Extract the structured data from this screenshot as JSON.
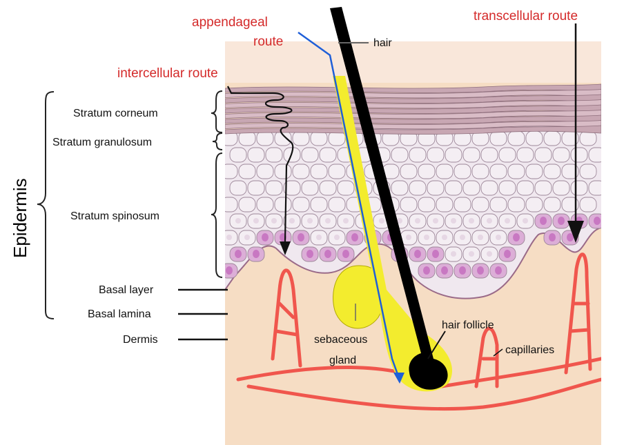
{
  "colors": {
    "route_text": "#d42a2a",
    "dermis": "#f6ddc4",
    "surface": "#f9e7da",
    "corneum": "#c8a7b3",
    "cell_fill": "#f0e8ef",
    "basal_cell": "#dcaed7",
    "nucleus": "#c878c2",
    "capillary": "#f0564d",
    "gland": "#f3ec2e",
    "hair": "#000000",
    "appendageal_path": "#1f5fd8"
  },
  "labels": {
    "routes": {
      "appendageal_line1": "appendageal",
      "appendageal_line2": "route",
      "intercellular": "intercellular route",
      "transcellular": "transcellular route"
    },
    "structures": {
      "hair": "hair",
      "stratum_corneum": "Stratum corneum",
      "stratum_granulosum": "Stratum granulosum",
      "stratum_spinosum": "Stratum spinosum",
      "basal_layer": "Basal layer",
      "basal_lamina": "Basal lamina",
      "dermis": "Dermis",
      "sebaceous_line1": "sebaceous",
      "sebaceous_line2": "gland",
      "hair_follicle": "hair follicle",
      "capillaries": "capillaries"
    },
    "epidermis": "Epidermis"
  }
}
